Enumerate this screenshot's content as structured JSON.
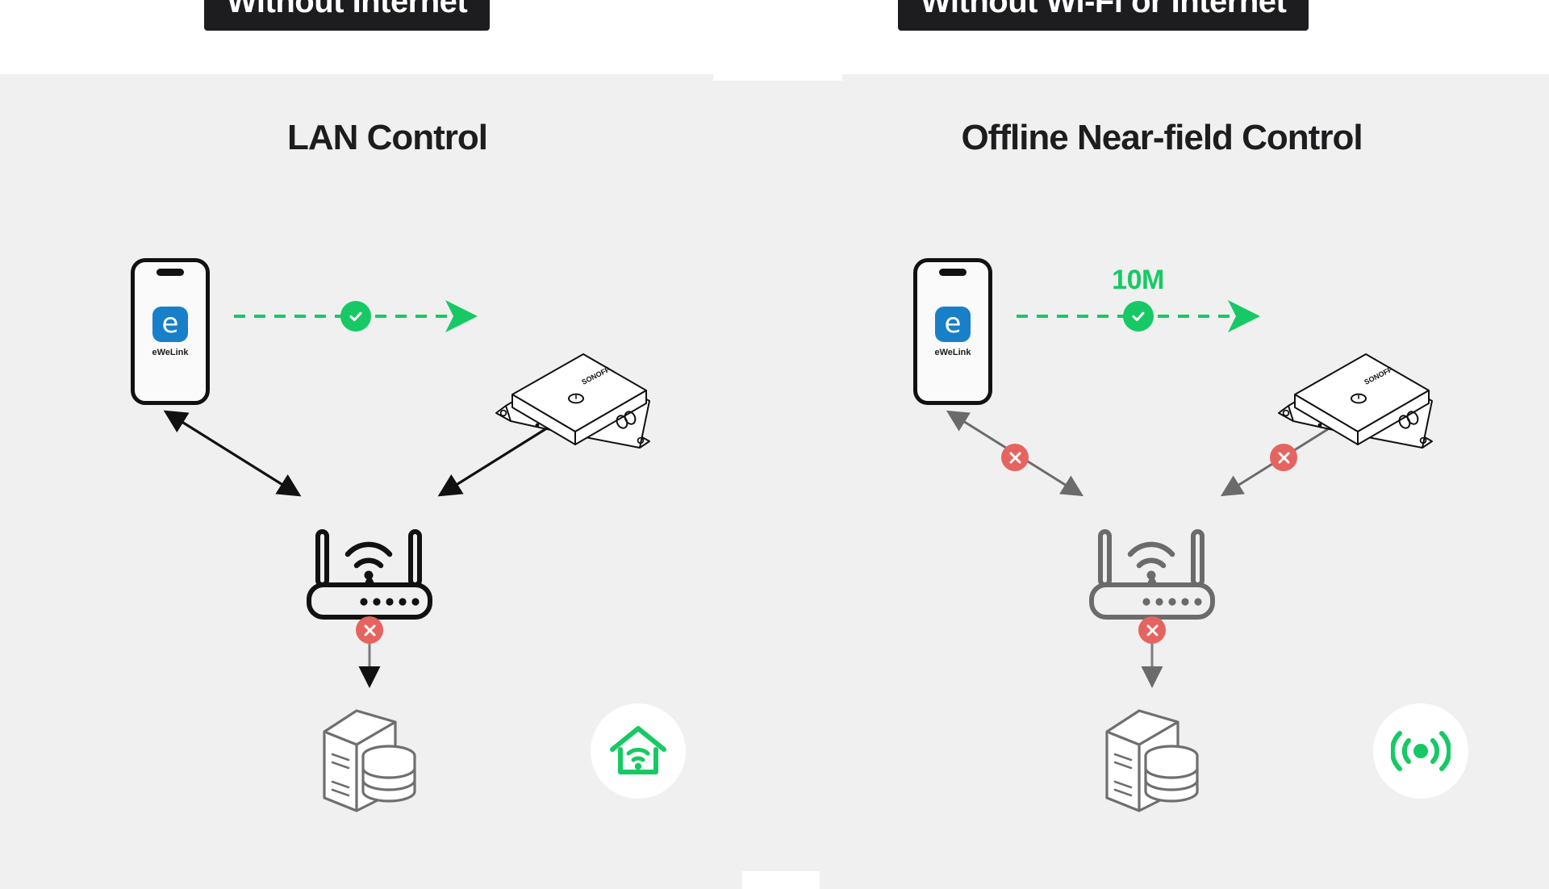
{
  "banners": [
    {
      "text": "Without Internet",
      "id": "banner-without-internet"
    },
    {
      "text": "Without Wi-Fi or Internet",
      "id": "banner-without-wifi-or-internet"
    }
  ],
  "panels": [
    {
      "id": "lan-control",
      "title": "LAN Control",
      "phone": {
        "app_label": "eWeLink",
        "app_letter": "e"
      },
      "link": {
        "distance_label": "",
        "status": "connected",
        "status_icon": "check-circle-icon"
      },
      "router_state": "active",
      "cloud_state": "unreachable",
      "cloud_icon": "server-database-icon",
      "corner_badge_icon": "home-wifi-icon",
      "device_brand": "SONOFF",
      "blocked_links": [
        "phone-to-cloud-path"
      ]
    },
    {
      "id": "offline-near-field-control",
      "title": "Offline Near-field Control",
      "phone": {
        "app_label": "eWeLink",
        "app_letter": "e"
      },
      "link": {
        "distance_label": "10M",
        "status": "connected",
        "status_icon": "check-circle-icon"
      },
      "router_state": "inactive",
      "cloud_state": "unreachable",
      "cloud_icon": "server-database-icon",
      "corner_badge_icon": "broadcast-signal-icon",
      "device_brand": "SONOFF",
      "blocked_links": [
        "phone-to-router-path",
        "device-to-router-path",
        "router-to-cloud-path"
      ]
    }
  ],
  "colors": {
    "accent_green": "#17c964",
    "error_red": "#e5645f",
    "ink": "#1d1d1f",
    "stage_bg": "#f0f0f0",
    "muted_gray": "#6b6b6b",
    "app_blue": "#1880c8"
  },
  "icons": {
    "check": "✓",
    "cross": "✕"
  }
}
